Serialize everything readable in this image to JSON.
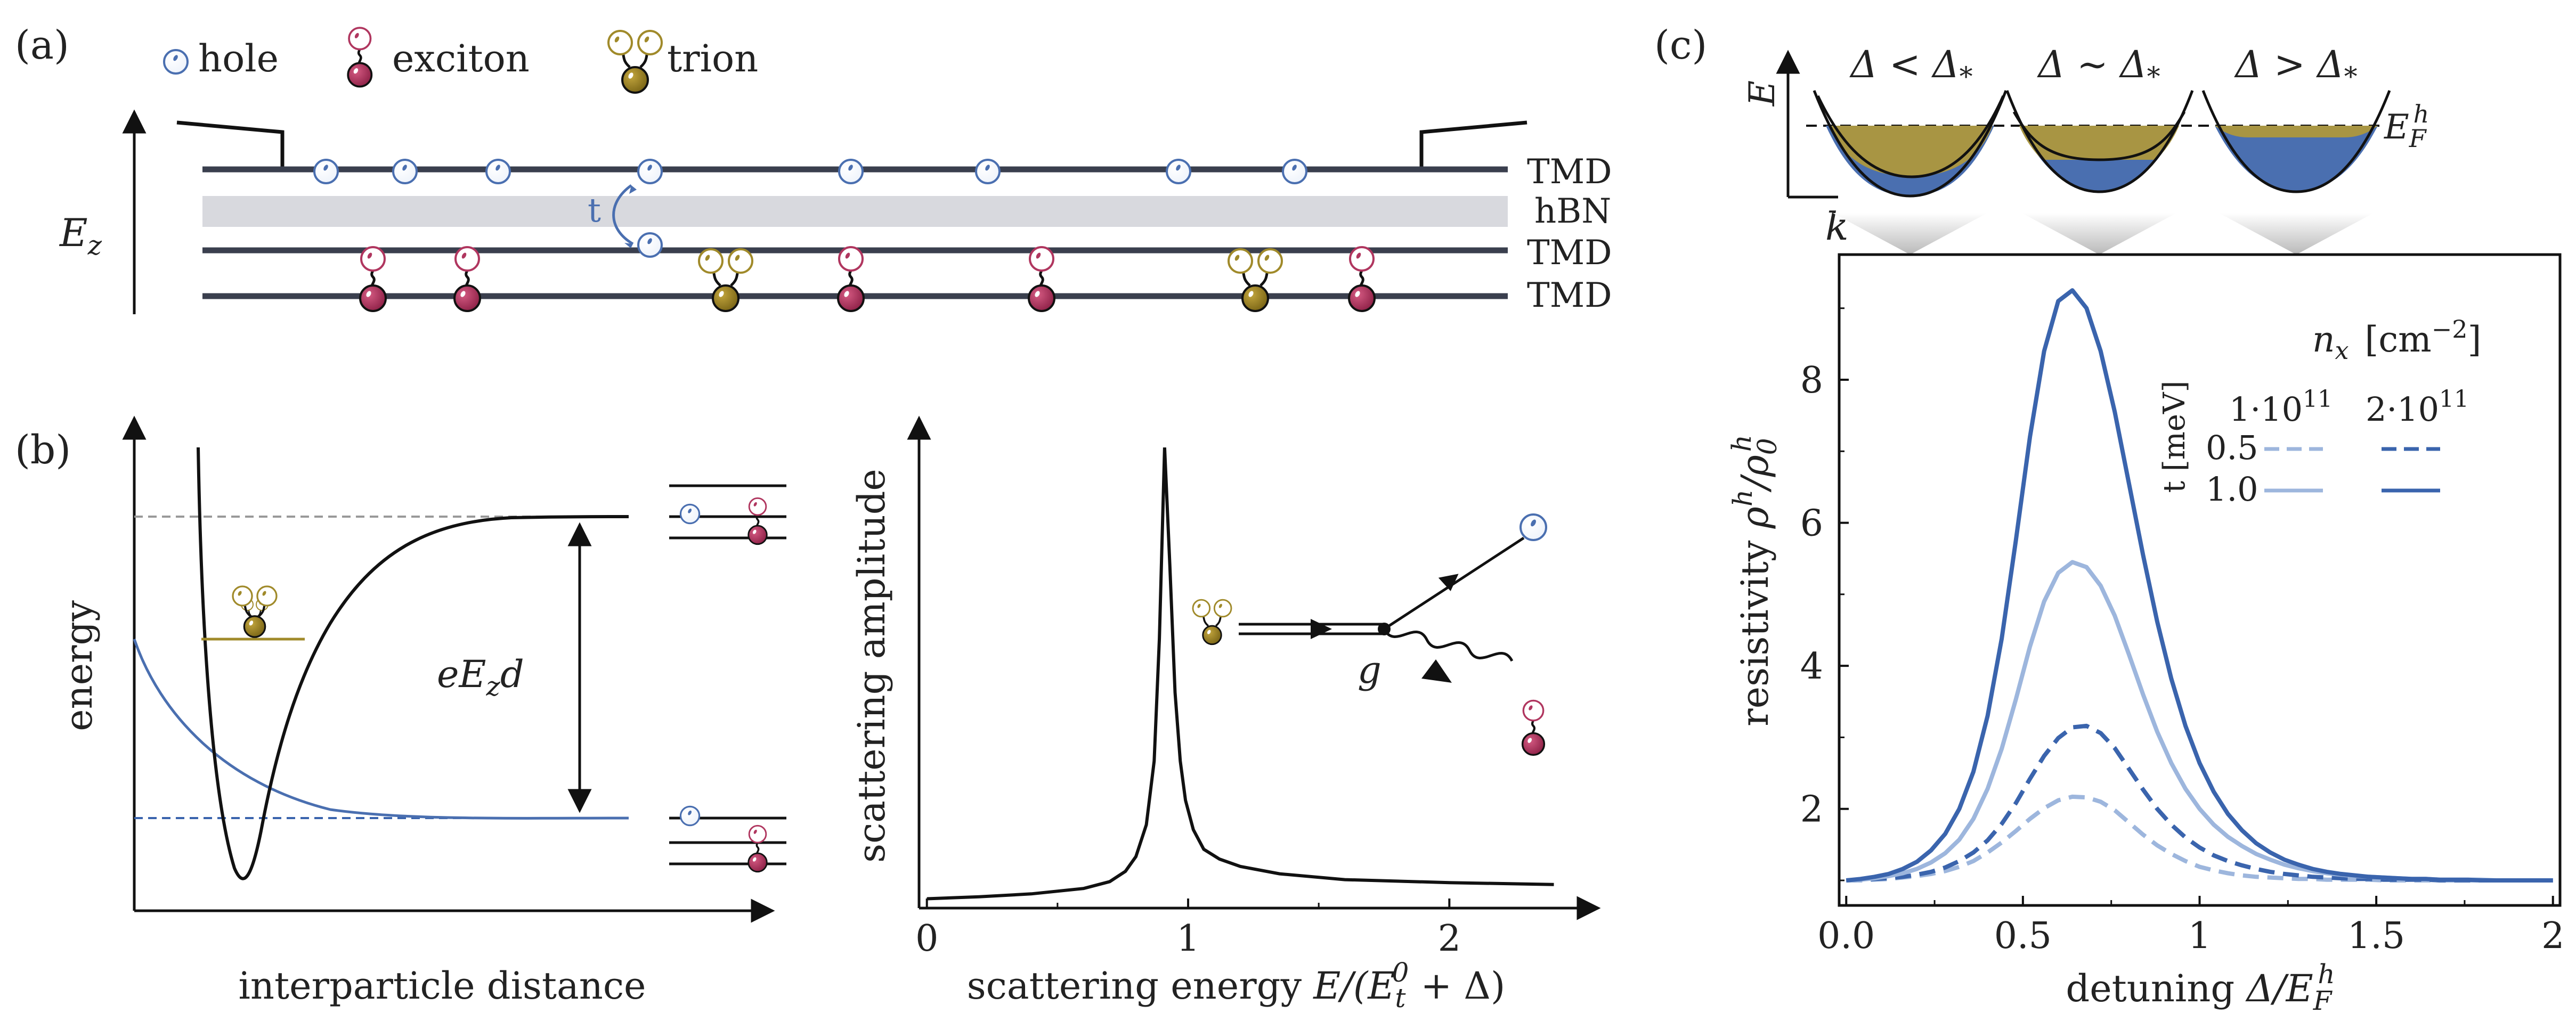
{
  "panel_labels": {
    "a": "(a)",
    "b": "(b)",
    "c": "(c)"
  },
  "legend_a": {
    "hole": "hole",
    "exciton": "exciton",
    "trion": "trion"
  },
  "layers": {
    "tmd_top": "TMD",
    "hbn": "hBN",
    "tmd_mid": "TMD",
    "tmd_bot": "TMD"
  },
  "labels_a": {
    "tunneling": "t",
    "field_E": "E",
    "field_sub": "z"
  },
  "panel_b_left": {
    "ylabel": "energy",
    "xlabel": "interparticle distance",
    "arrow_label": "eE",
    "arrow_label_sub": "z",
    "arrow_label_tail": "d"
  },
  "panel_b_right": {
    "ylabel": "scattering amplitude",
    "xlabel": "scattering energy ",
    "xlabel_math": "E/(E",
    "xlabel_sub": "t",
    "xlabel_sup": "0",
    "xlabel_tail": " + Δ)",
    "coupling": "g"
  },
  "panel_c_top": {
    "E_axis": "E",
    "k_axis": "k",
    "fermi_label": "E",
    "fermi_sub": "F",
    "fermi_sup": "h",
    "regimes": [
      "Δ < Δ",
      "Δ ∼ Δ",
      "Δ > Δ"
    ],
    "regime_sub": "*"
  },
  "colors": {
    "hole": "#4a6fb0",
    "exciton": "#b0365f",
    "trion": "#a08a2a",
    "dark_blue": "#3a64ad",
    "light_blue": "#9db6dd",
    "layer": "#3a3f4e",
    "hbn": "#d8d9de"
  },
  "chart_data": [
    {
      "type": "line",
      "x": [
        0.0,
        0.04,
        0.08,
        0.12,
        0.16,
        0.2,
        0.24,
        0.28,
        0.32,
        0.36,
        0.4,
        0.44,
        0.48,
        0.52,
        0.56,
        0.6,
        0.64,
        0.68,
        0.72,
        0.76,
        0.8,
        0.84,
        0.88,
        0.92,
        0.96,
        1.0,
        1.04,
        1.08,
        1.12,
        1.16,
        1.2,
        1.24,
        1.28,
        1.32,
        1.36,
        1.4,
        1.44,
        1.48,
        1.52,
        1.56,
        1.6,
        1.64,
        1.68,
        1.72,
        1.76,
        1.8,
        1.84,
        1.88,
        1.92,
        1.96,
        2.0
      ],
      "xlabel": "detuning Δ/E_F^h",
      "ylabel": "resistivity ρ^h/ρ_0^h",
      "xticks": [
        0.0,
        0.5,
        1,
        1.5,
        2
      ],
      "xtick_labels": [
        "0.0",
        "0.5",
        "1",
        "1.5",
        "2"
      ],
      "yticks": [
        2,
        4,
        6,
        8
      ],
      "xlim": [
        -0.02,
        2.02
      ],
      "ylim": [
        0.65,
        9.75
      ],
      "legend": {
        "title": "n",
        "title_sub": "x",
        "title_unit": "[cm",
        "title_unit_sup": "−2",
        "title_unit_end": "]",
        "col1_base": "1·10",
        "col1_exp": "11",
        "col2_base": "2·10",
        "col2_exp": "11",
        "row_axis": "t [meV]",
        "rows": [
          "0.5",
          "1.0"
        ]
      },
      "series": [
        {
          "t": "0.5",
          "n_x": "1·10^11",
          "style": "dashed",
          "color": "#9db6dd",
          "values": [
            1.0,
            1.0,
            1.01,
            1.02,
            1.04,
            1.06,
            1.09,
            1.13,
            1.19,
            1.27,
            1.39,
            1.53,
            1.69,
            1.86,
            2.01,
            2.12,
            2.17,
            2.16,
            2.1,
            1.98,
            1.81,
            1.64,
            1.49,
            1.37,
            1.27,
            1.19,
            1.14,
            1.1,
            1.07,
            1.05,
            1.04,
            1.03,
            1.02,
            1.02,
            1.01,
            1.01,
            1.01,
            1.01,
            1.0,
            1.0,
            1.0,
            1.0,
            1.0,
            1.0,
            1.0,
            1.0,
            1.0,
            1.0,
            1.0,
            1.0,
            1.0
          ]
        },
        {
          "t": "0.5",
          "n_x": "2·10^11",
          "style": "dashed",
          "color": "#3a64ad",
          "values": [
            1.0,
            1.01,
            1.02,
            1.03,
            1.05,
            1.08,
            1.12,
            1.18,
            1.27,
            1.39,
            1.56,
            1.79,
            2.08,
            2.42,
            2.74,
            2.99,
            3.14,
            3.16,
            3.06,
            2.85,
            2.56,
            2.27,
            2.0,
            1.78,
            1.6,
            1.46,
            1.35,
            1.27,
            1.21,
            1.16,
            1.12,
            1.09,
            1.07,
            1.05,
            1.04,
            1.03,
            1.02,
            1.02,
            1.01,
            1.01,
            1.01,
            1.01,
            1.0,
            1.0,
            1.0,
            1.0,
            1.0,
            1.0,
            1.0,
            1.0,
            1.0
          ]
        },
        {
          "t": "1.0",
          "n_x": "1·10^11",
          "style": "solid",
          "color": "#9db6dd",
          "values": [
            1.0,
            1.01,
            1.03,
            1.06,
            1.1,
            1.16,
            1.25,
            1.38,
            1.57,
            1.86,
            2.28,
            2.84,
            3.53,
            4.27,
            4.9,
            5.3,
            5.45,
            5.38,
            5.12,
            4.7,
            4.16,
            3.6,
            3.08,
            2.64,
            2.28,
            2.0,
            1.78,
            1.61,
            1.48,
            1.37,
            1.29,
            1.22,
            1.17,
            1.13,
            1.1,
            1.08,
            1.06,
            1.05,
            1.04,
            1.03,
            1.02,
            1.02,
            1.01,
            1.01,
            1.01,
            1.01,
            1.0,
            1.0,
            1.0,
            1.0,
            1.0
          ]
        },
        {
          "t": "1.0",
          "n_x": "2·10^11",
          "style": "solid",
          "color": "#3a64ad",
          "values": [
            1.0,
            1.02,
            1.05,
            1.09,
            1.16,
            1.26,
            1.42,
            1.65,
            2.0,
            2.52,
            3.3,
            4.38,
            5.75,
            7.2,
            8.4,
            9.1,
            9.25,
            9.0,
            8.4,
            7.55,
            6.55,
            5.55,
            4.62,
            3.82,
            3.16,
            2.64,
            2.24,
            1.93,
            1.7,
            1.52,
            1.39,
            1.29,
            1.22,
            1.16,
            1.12,
            1.09,
            1.07,
            1.05,
            1.04,
            1.03,
            1.02,
            1.02,
            1.01,
            1.01,
            1.01,
            1.0,
            1.0,
            1.0,
            1.0,
            1.0,
            1.0
          ]
        }
      ]
    },
    {
      "type": "line",
      "xticks": [
        0,
        1,
        2
      ],
      "xlim": [
        -0.03,
        2.55
      ],
      "ylim": [
        0,
        1
      ],
      "x": [
        0.0,
        0.2,
        0.4,
        0.6,
        0.7,
        0.76,
        0.8,
        0.84,
        0.87,
        0.89,
        0.91,
        0.93,
        0.95,
        0.97,
        0.99,
        1.02,
        1.06,
        1.12,
        1.2,
        1.35,
        1.6,
        2.0,
        2.4
      ],
      "series": [
        {
          "name": "",
          "values": [
            0.019,
            0.023,
            0.029,
            0.04,
            0.054,
            0.075,
            0.105,
            0.17,
            0.3,
            0.55,
            0.94,
            0.7,
            0.44,
            0.3,
            0.22,
            0.16,
            0.12,
            0.1,
            0.085,
            0.07,
            0.058,
            0.052,
            0.048
          ]
        }
      ]
    }
  ]
}
